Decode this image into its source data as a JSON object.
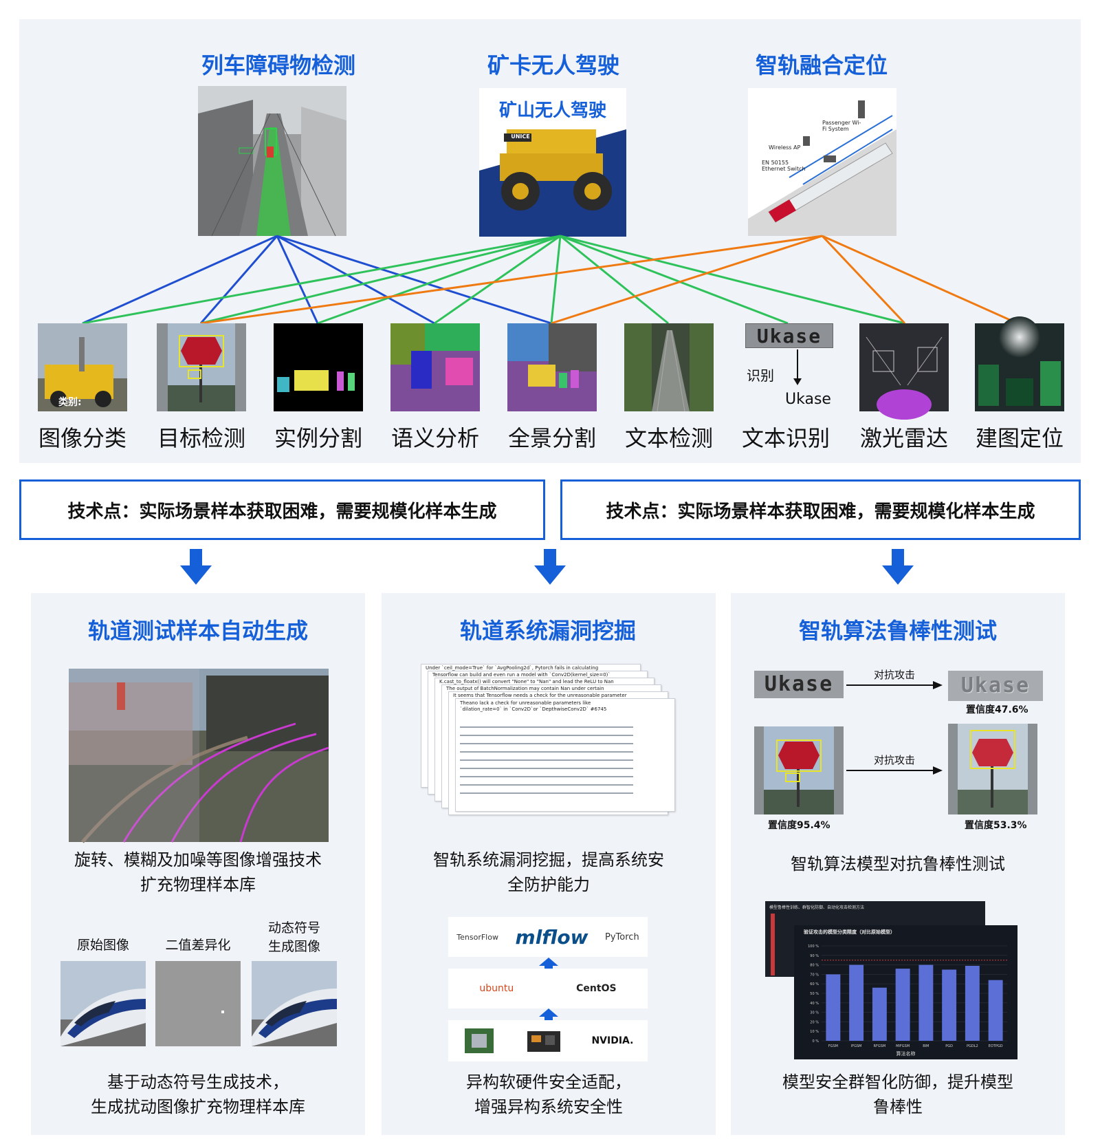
{
  "scenarios": [
    {
      "title": "列车障碍物检测"
    },
    {
      "title": "矿卡无人驾驶",
      "image_caption": "矿山无人驾驶",
      "truck_brand": "UNICE"
    },
    {
      "title": "智轨融合定位",
      "diagram_labels": [
        "Passenger Wi-Fi System",
        "Wireless AP",
        "EN 50155 Ethernet Switch"
      ]
    }
  ],
  "tasks": [
    {
      "label": "图像分类",
      "overlay_text": "类别:"
    },
    {
      "label": "目标检测"
    },
    {
      "label": "实例分割"
    },
    {
      "label": "语义分析"
    },
    {
      "label": "全景分割"
    },
    {
      "label": "文本检测"
    },
    {
      "label": "文本识别",
      "source_word": "Ukase",
      "arrow_label": "识别",
      "result_word": "Ukase"
    },
    {
      "label": "激光雷达"
    },
    {
      "label": "建图定位"
    }
  ],
  "connector_colors": {
    "blue": "#1f4fd0",
    "green": "#2fc25b",
    "orange": "#f07a12"
  },
  "tech_points": [
    {
      "text": "技术点：实际场景样本获取困难，需要规模化样本生成"
    },
    {
      "text": "技术点：实际场景样本获取困难，需要规模化样本生成"
    }
  ],
  "columns": [
    {
      "title": "轨道测试样本自动生成",
      "caption1": [
        "旋转、模糊及加噪等图像增强技术",
        "扩充物理样本库"
      ],
      "image_labels": [
        "原始图像",
        "二值差异化",
        "动态符号\n生成图像"
      ],
      "caption2": [
        "基于动态符号生成技术，",
        "生成扰动图像扩充物理样本库"
      ]
    },
    {
      "title": "轨道系统漏洞挖掘",
      "issue_titles": [
        "Under `ceil_mode=True` for `AvgPooling2d`, Pytorch fails in calculating",
        "Tensorflow can build and even run a model with `Conv2D(kernel_size=0)`",
        "K.cast_to_floatx() will convert \"None\" to \"Nan\" and lead the ReLU to Nan",
        "The output of BatchNormalization may contain Nan under certain",
        "It seems that Tensorflow needs a check for the unreasonable parameter",
        "Theano lack a check for unreasonable parameters like `dilation_rate=0` in `Conv2D`or `DepthwiseConv2D` #6745"
      ],
      "caption1": [
        "智轨系统漏洞挖掘，提高系统安",
        "全防护能力"
      ],
      "stack_frameworks": [
        "TensorFlow",
        "mlflow",
        "PyTorch"
      ],
      "stack_os": [
        "ubuntu",
        "CentOS"
      ],
      "stack_hardware": [
        "NVIDIA."
      ],
      "caption2": [
        "异构软硬件安全适配，",
        "增强异构系统安全性"
      ]
    },
    {
      "title": "智轨算法鲁棒性测试",
      "attack_label": "对抗攻击",
      "text_attack": {
        "word": "Ukase",
        "confidence_after": "置信度47.6%"
      },
      "image_attack": {
        "confidence_before": "置信度95.4%",
        "confidence_after": "置信度53.3%"
      },
      "caption1": "智轨算法模型对抗鲁棒性测试",
      "chart_back_title": "模型鲁棒性训练、群智化防御、自动化攻击检测方法",
      "chart_front_title": "验证攻击的模型分类精度（对比原始模型）",
      "chart_x_title": "算法名称",
      "caption2": [
        "模型安全群智化防御，提升模型",
        "鲁棒性"
      ]
    }
  ],
  "chart_data": {
    "type": "bar",
    "title": "验证攻击的模型分类精度（对比原始模型）",
    "xlabel": "算法名称",
    "ylabel": "",
    "categories": [
      "FGSM",
      "IFGSM",
      "RFGSM",
      "MIFGSM",
      "BIM",
      "PGD",
      "PGDL2",
      "EOTPGD"
    ],
    "values": [
      70,
      80,
      56,
      76,
      80,
      75,
      79,
      64
    ],
    "ylim": [
      0,
      100
    ],
    "y_ticks": [
      "0 %",
      "10 %",
      "20 %",
      "30 %",
      "40 %",
      "50 %",
      "60 %",
      "70 %",
      "80 %",
      "90 %",
      "100 %"
    ],
    "reference_line": 85,
    "bar_color": "#5b6fd6",
    "grid": true
  }
}
